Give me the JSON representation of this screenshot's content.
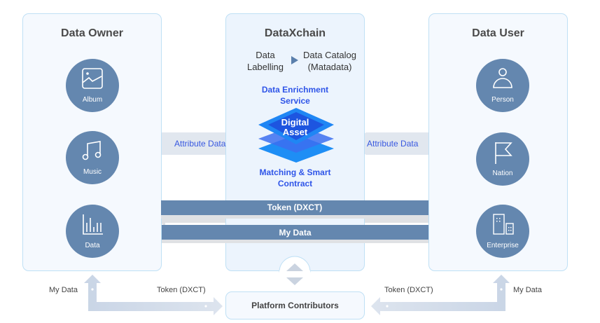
{
  "owner": {
    "title": "Data Owner",
    "items": [
      {
        "label": "Album",
        "icon": "image-icon"
      },
      {
        "label": "Music",
        "icon": "music-note-icon"
      },
      {
        "label": "Data",
        "icon": "bar-chart-icon"
      }
    ]
  },
  "chain": {
    "title": "DataXchain",
    "flow_left": [
      "Data",
      "Labelling"
    ],
    "flow_right": [
      "Data Catalog",
      "(Matadata)"
    ],
    "enrichment": [
      "Data Enrichment",
      "Service"
    ],
    "asset": [
      "Digital",
      "Asset"
    ],
    "matching": [
      "Matching & Smart",
      "Contract"
    ]
  },
  "user": {
    "title": "Data User",
    "items": [
      {
        "label": "Person",
        "icon": "person-icon"
      },
      {
        "label": "Nation",
        "icon": "flag-icon"
      },
      {
        "label": "Enterprise",
        "icon": "building-icon"
      }
    ]
  },
  "arrows": {
    "attribute_left": "Attribute Data",
    "attribute_right": "Attribute Data",
    "token": "Token (DXCT)",
    "my_data": "My Data"
  },
  "footer": {
    "contributors": "Platform Contributors",
    "left_my_data": "My Data",
    "left_token": "Token (DXCT)",
    "right_token": "Token (DXCT)",
    "right_my_data": "My Data"
  },
  "colors": {
    "band": "#6487af",
    "accent_blue": "#2f55e8",
    "panel_border": "#bfe0f5"
  }
}
